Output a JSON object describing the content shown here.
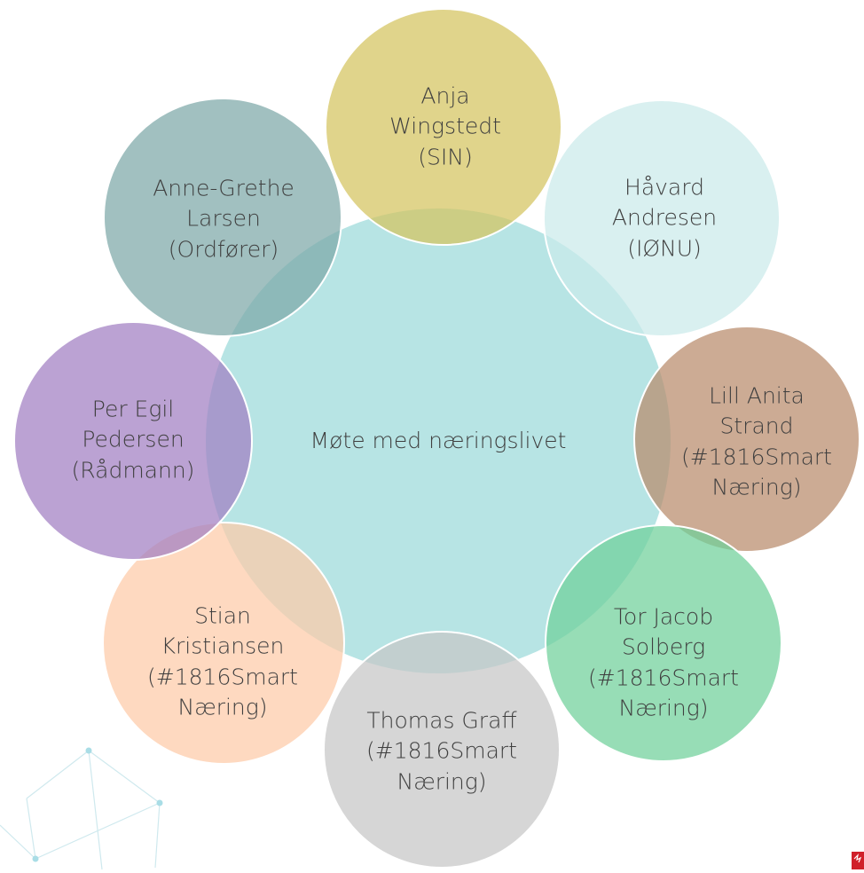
{
  "center": {
    "label": "Møte med næringslivet",
    "color": "#b3e3e3"
  },
  "participants": [
    {
      "id": "anja",
      "lines": [
        "Anja",
        "Wingstedt",
        "(SIN)"
      ],
      "color": "#d4c45e"
    },
    {
      "id": "havard",
      "lines": [
        "Håvard",
        "Andresen",
        "(IØNU)"
      ],
      "color": "#cbeaea"
    },
    {
      "id": "lill",
      "lines": [
        "Lill Anita",
        "Strand",
        "(#1816Smart",
        "Næring)"
      ],
      "color": "#b98a6b"
    },
    {
      "id": "tor",
      "lines": [
        "Tor Jacob",
        "Solberg",
        "(#1816Smart",
        "Næring)"
      ],
      "color": "#6fd09a"
    },
    {
      "id": "thomas",
      "lines": [
        "Thomas Graff",
        "(#1816Smart",
        "Næring)"
      ],
      "color": "#c6c6c6"
    },
    {
      "id": "stian",
      "lines": [
        "Stian",
        "Kristiansen",
        "(#1816Smart",
        "Næring)"
      ],
      "color": "#fdcaa8"
    },
    {
      "id": "per",
      "lines": [
        "Per Egil",
        "Pedersen",
        "(Rådmann)"
      ],
      "color": "#a17ec2"
    },
    {
      "id": "anne",
      "lines": [
        "Anne-Grethe",
        "Larsen",
        "(Ordfører)"
      ],
      "color": "#7da7a7"
    }
  ],
  "logo_icon": "red-corner-logo-icon",
  "logo_color": "#d0202a"
}
